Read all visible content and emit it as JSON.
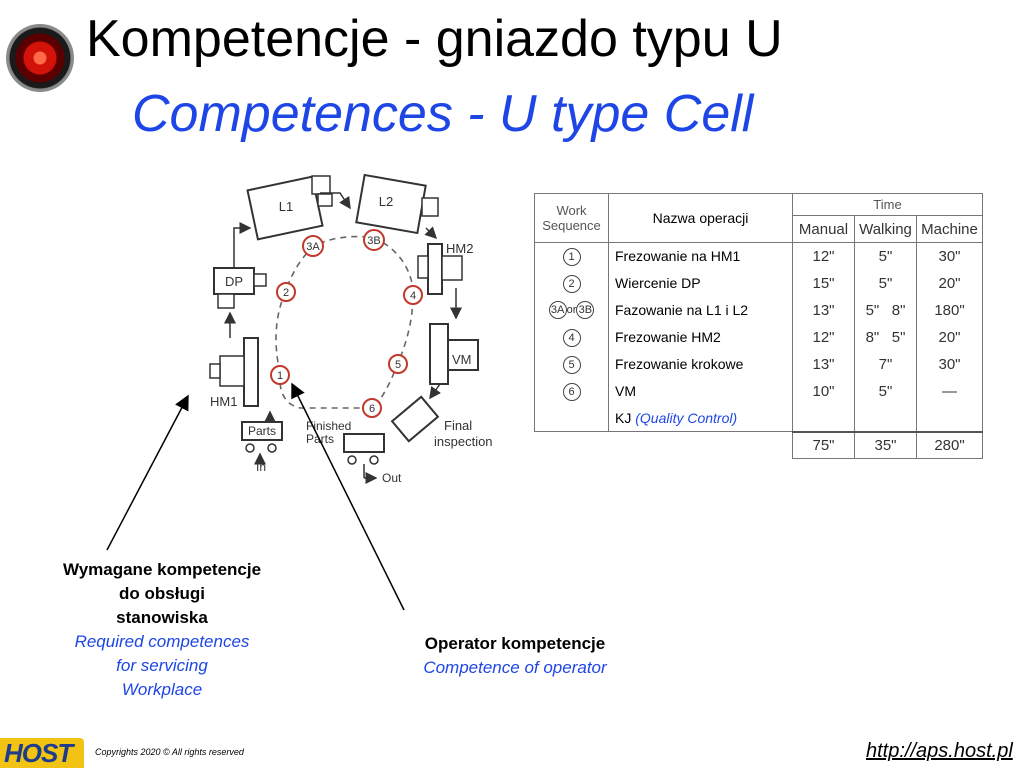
{
  "header": {
    "title_pl": "Kompetencje - gniazdo typu U",
    "title_en": "Competences - U type Cell"
  },
  "diagram": {
    "stations": {
      "l1": "L1",
      "l2": "L2",
      "hm2": "HM2",
      "vm": "VM",
      "dp": "DP",
      "hm1": "HM1",
      "parts": "Parts",
      "in": "In",
      "finished_parts_1": "Finished",
      "finished_parts_2": "Parts",
      "out": "Out",
      "final_1": "Final",
      "final_2": "inspection"
    },
    "steps": [
      "1",
      "2",
      "3A",
      "3B",
      "4",
      "5",
      "6"
    ]
  },
  "table": {
    "headers": {
      "work_sequence_1": "Work",
      "work_sequence_2": "Sequence",
      "operation": "Nazwa operacji",
      "time": "Time",
      "manual": "Manual",
      "walking": "Walking",
      "machine": "Machine"
    },
    "rows": [
      {
        "seq": "1",
        "name": "Frezowanie na HM1",
        "manual": "12\"",
        "walking": "5\"",
        "machine": "30\""
      },
      {
        "seq": "2",
        "name": "Wiercenie DP",
        "manual": "15\"",
        "walking": "5\"",
        "machine": "20\""
      },
      {
        "seq": "3Aor3B",
        "seq_a": "3A",
        "seq_or": "or",
        "seq_b": "3B",
        "name": "Fazowanie na L1 i L2",
        "manual": "13\"",
        "walking": "5\"   8\"",
        "machine": "180\""
      },
      {
        "seq": "4",
        "name": "Frezowanie HM2",
        "manual": "12\"",
        "walking": "8\"   5\"",
        "machine": "20\""
      },
      {
        "seq": "5",
        "name": "Frezowanie krokowe",
        "manual": "13\"",
        "walking": "7\"",
        "machine": "30\""
      },
      {
        "seq": "6",
        "name": "VM",
        "manual": "10\"",
        "walking": "5\"",
        "machine": "—"
      }
    ],
    "row6_name": "KJ",
    "row6_qc": "(Quality Control)",
    "totals": {
      "manual": "75\"",
      "walking": "35\"",
      "machine": "280\""
    }
  },
  "captions": {
    "left_pl_1": "Wymagane kompetencje",
    "left_pl_2": "do obsługi",
    "left_pl_3": "stanowiska",
    "left_en_1": "Required competences",
    "left_en_2": "for servicing",
    "left_en_3": "Workplace",
    "mid_pl": "Operator kompetencje",
    "mid_en": "Competence of operator"
  },
  "footer": {
    "logo": "HOST",
    "copyright": "Copyrights 2020  © All rights reserved",
    "url": "http://aps.host.pl"
  }
}
